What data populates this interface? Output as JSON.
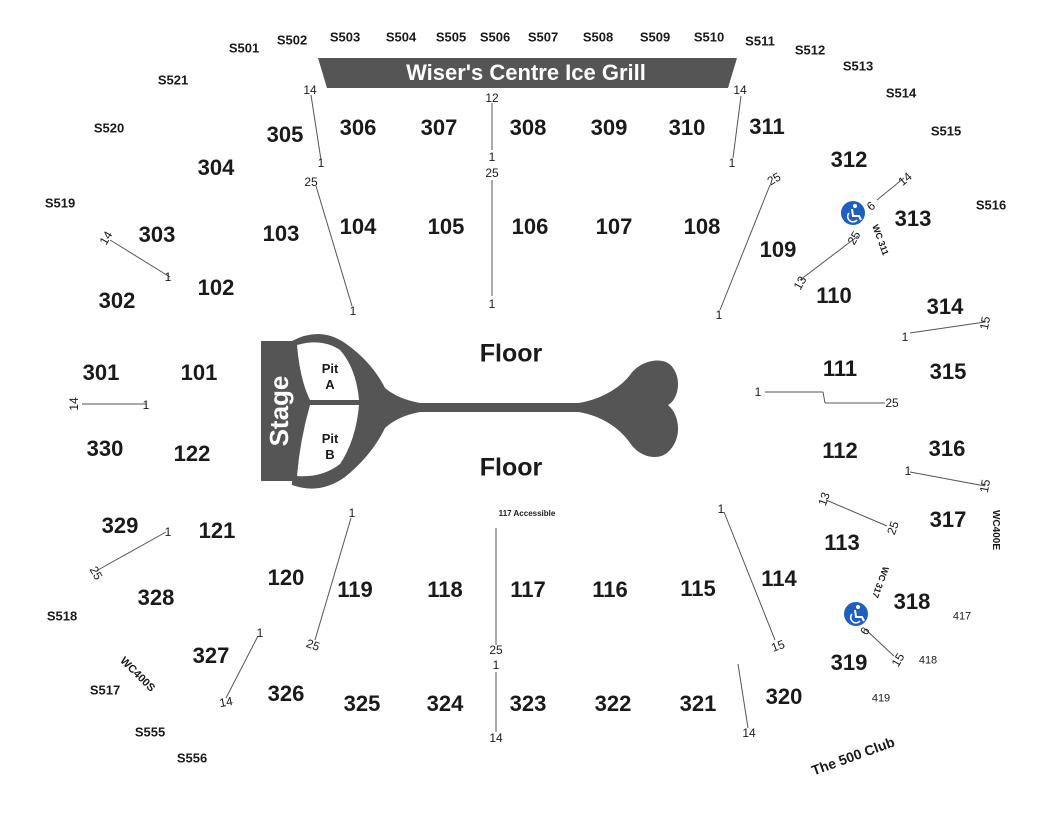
{
  "colors": {
    "fill": "#555555",
    "accessible": "#1f5fbf",
    "text": "#1a1a1a"
  },
  "header": {
    "grill": "Wiser's Centre Ice Grill"
  },
  "stage": {
    "label": "Stage",
    "pit_a": [
      "Pit",
      "A"
    ],
    "pit_b": [
      "Pit",
      "B"
    ]
  },
  "floor": {
    "north": "Floor",
    "south": "Floor"
  },
  "suites": [
    "S501",
    "S502",
    "S503",
    "S504",
    "S505",
    "S506",
    "S507",
    "S508",
    "S509",
    "S510",
    "S511",
    "S512",
    "S513",
    "S514",
    "S515",
    "S516",
    "S517",
    "S518",
    "S519",
    "S520",
    "S521",
    "S555",
    "S556",
    "417",
    "418",
    "419"
  ],
  "sections_100": [
    "101",
    "102",
    "103",
    "104",
    "105",
    "106",
    "107",
    "108",
    "109",
    "110",
    "111",
    "112",
    "113",
    "114",
    "115",
    "116",
    "117",
    "118",
    "119",
    "120",
    "121",
    "122"
  ],
  "sections_300": [
    "301",
    "302",
    "303",
    "304",
    "305",
    "306",
    "307",
    "308",
    "309",
    "310",
    "311",
    "312",
    "313",
    "314",
    "315",
    "316",
    "317",
    "318",
    "319",
    "320",
    "321",
    "322",
    "323",
    "324",
    "325",
    "326",
    "327",
    "328",
    "329",
    "330"
  ],
  "row_numbers": [
    "14",
    "1",
    "12",
    "1",
    "25",
    "14",
    "1",
    "25",
    "1",
    "1",
    "25",
    "1",
    "14",
    "6",
    "25",
    "13",
    "14",
    "1",
    "15",
    "1",
    "14",
    "1",
    "1",
    "25",
    "15",
    "1",
    "13",
    "25",
    "1",
    "25",
    "1",
    "25",
    "1",
    "1",
    "25",
    "15",
    "14",
    "1",
    "14",
    "14",
    "6",
    "15"
  ],
  "misc": {
    "accessible_117": "117 Accessible",
    "wc400e": "WC400E",
    "wc400s": "WC400S",
    "wc311": "WC 311",
    "wc317": "WC 317",
    "club": "The 500 Club"
  },
  "icons": {
    "accessible": "wheelchair-icon"
  }
}
